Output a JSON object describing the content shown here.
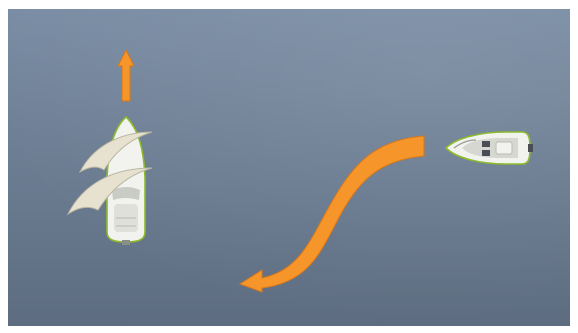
{
  "diagram": {
    "background": {
      "top_color": "#7a8da4",
      "bottom_color": "#5d6c80",
      "frame_color": "#ffffff"
    },
    "colors": {
      "arrow_fill": "#f5952a",
      "arrow_stroke": "#d8781a",
      "hull_white": "#f2f3ee",
      "hull_gray": "#c9cbc5",
      "hull_outline": "#8dbb2c",
      "wave": "#e6e2cf",
      "deck_dark": "#4a4f55"
    },
    "objects": [
      {
        "id": "vessel-heading-north",
        "kind": "boat",
        "direction": "up",
        "wake_waves": 2,
        "motion_arrow": "straight-up-arrow"
      },
      {
        "id": "vessel-heading-west",
        "kind": "boat",
        "direction": "left",
        "motion_arrow": "curved-turn-arrow"
      }
    ],
    "icons": [
      "straight-up-arrow-icon",
      "curved-turn-arrow-icon",
      "boat-icon",
      "wave-icon"
    ]
  }
}
